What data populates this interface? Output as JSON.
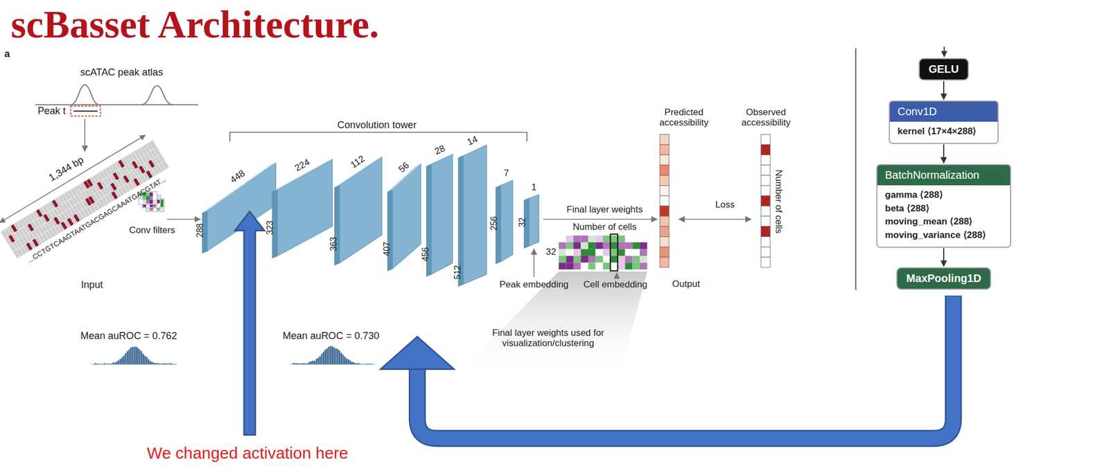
{
  "diagram": {
    "title": "scBasset Architecture.",
    "nodes": [
      {
        "text": [
          "GELU"
        ]
      },
      {
        "text": [
          "Conv1D",
          "kernel ⟨17×4×288⟩"
        ]
      },
      {
        "text": [
          "BatchNormalization",
          "gamma ⟨288⟩",
          "beta ⟨288⟩",
          "moving_mean ⟨288⟩",
          "moving_variance ⟨288⟩"
        ]
      },
      {
        "text": [
          "MaxPooling1D"
        ]
      }
    ],
    "edges": [
      {
        "from": 0,
        "to": 1,
        "arrow": "to"
      },
      {
        "from": 1,
        "to": 2,
        "arrow": "to"
      },
      {
        "from": 2,
        "to": 3,
        "arrow": "to"
      }
    ],
    "labels": [
      "a",
      "scATAC peak atlas",
      "Peak t",
      "1,344 bp",
      "...CCTGTCAAGTAATGACGAGCAAATGACGTAT...",
      "Conv filters",
      "Input",
      "Mean auROC = 0.762",
      "Convolution tower",
      "448",
      "288",
      "224",
      "323",
      "112",
      "363",
      "56",
      "407",
      "28",
      "456",
      "14",
      "512",
      "7",
      "256",
      "1",
      "32",
      "Final layer weights",
      "Number of cells",
      "32",
      "Peak embedding",
      "Cell embedding",
      "Mean auROC = 0.730",
      "Final layer weights used for visualization/clustering",
      "Predicted accessibility",
      "Observed accessibility",
      "Number of cells",
      "Loss",
      "Output",
      "We changed activation here"
    ]
  }
}
